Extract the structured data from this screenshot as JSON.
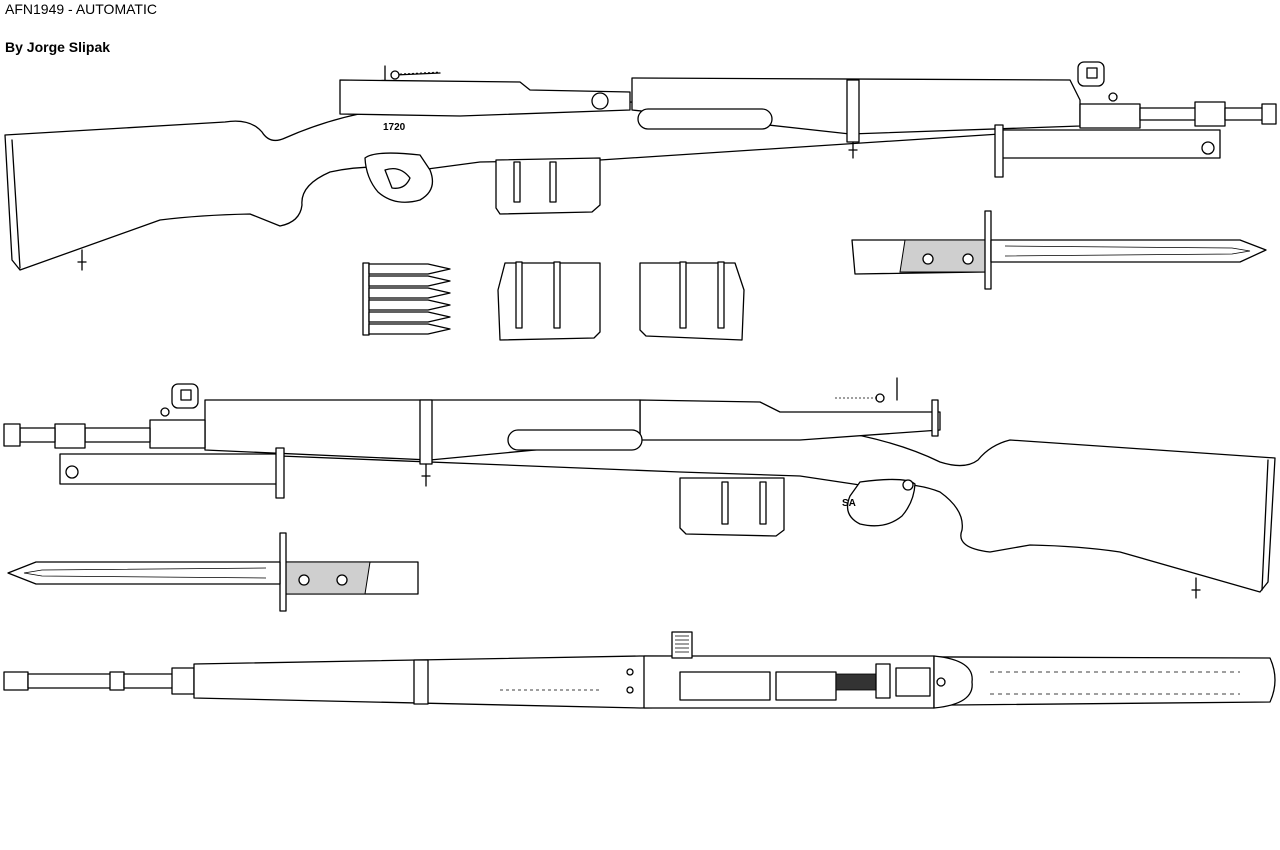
{
  "header": {
    "title": "AFN1949 - AUTOMATIC",
    "author": "By Jorge Slipak"
  },
  "markings": {
    "serial": "1720",
    "selector": "SA"
  },
  "icons": [
    "rifle-side-view-right",
    "rifle-side-view-left",
    "rifle-top-view",
    "bayonet",
    "magazine",
    "ammunition-clip"
  ]
}
